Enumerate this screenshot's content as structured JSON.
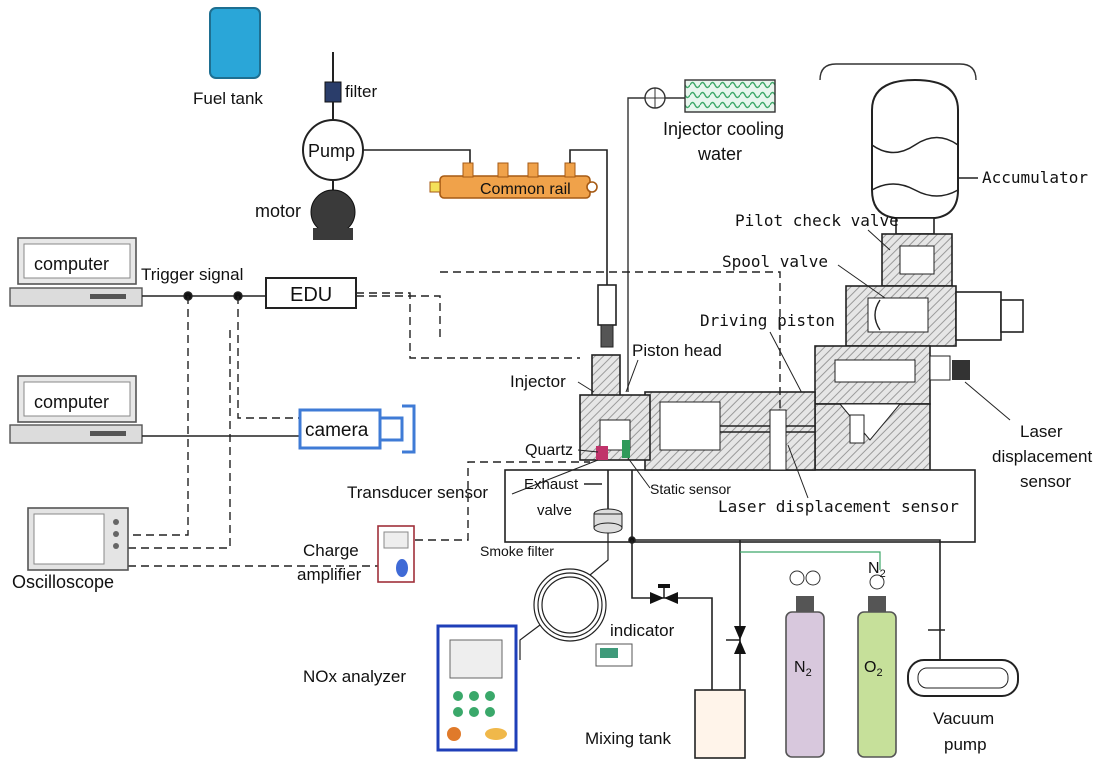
{
  "labels": {
    "fuel_tank": "Fuel tank",
    "filter": "filter",
    "pump": "Pump",
    "motor": "motor",
    "common_rail": "Common rail",
    "injector_cooling_1": "Injector cooling",
    "injector_cooling_2": "water",
    "accumulator": "Accumulator",
    "pilot_check_valve": "Pilot check valve",
    "spool_valve": "Spool valve",
    "driving_piston": "Driving piston",
    "piston_head": "Piston head",
    "injector": "Injector",
    "computer_1": "computer",
    "computer_2": "computer",
    "trigger_signal": "Trigger signal",
    "edu": "EDU",
    "camera": "camera",
    "quartz": "Quartz",
    "transducer_sensor": "Transducer sensor",
    "exhaust_valve_1": "Exhaust",
    "exhaust_valve_2": "valve",
    "static_sensor": "Static sensor",
    "laser_sensor_bottom": "Laser displacement sensor",
    "laser_sensor_right_1": "Laser",
    "laser_sensor_right_2": "displacement",
    "laser_sensor_right_3": "sensor",
    "oscilloscope": "Oscilloscope",
    "charge_amplifier_1": "Charge",
    "charge_amplifier_2": "amplifier",
    "smoke_filter": "Smoke filter",
    "indicator": "indicator",
    "nox_analyzer": "NOx analyzer",
    "mixing_tank": "Mixing tank",
    "n2_top": "N",
    "n2_top_sub": "2",
    "n2_cyl": "N",
    "n2_cyl_sub": "2",
    "o2_cyl": "O",
    "o2_cyl_sub": "2",
    "vacuum_pump_1": "Vacuum",
    "vacuum_pump_2": "pump"
  },
  "colors": {
    "fuel_tank": "#2aa6d8",
    "common_rail": "#f0a24a",
    "camera": "#3f7bd6",
    "nox_frame": "#1f3fb8",
    "n2_cylinder": "#d8c8dd",
    "o2_cylinder": "#c6e09a",
    "cooler": "#3fa86a",
    "hatch": "#c8c8c8"
  }
}
